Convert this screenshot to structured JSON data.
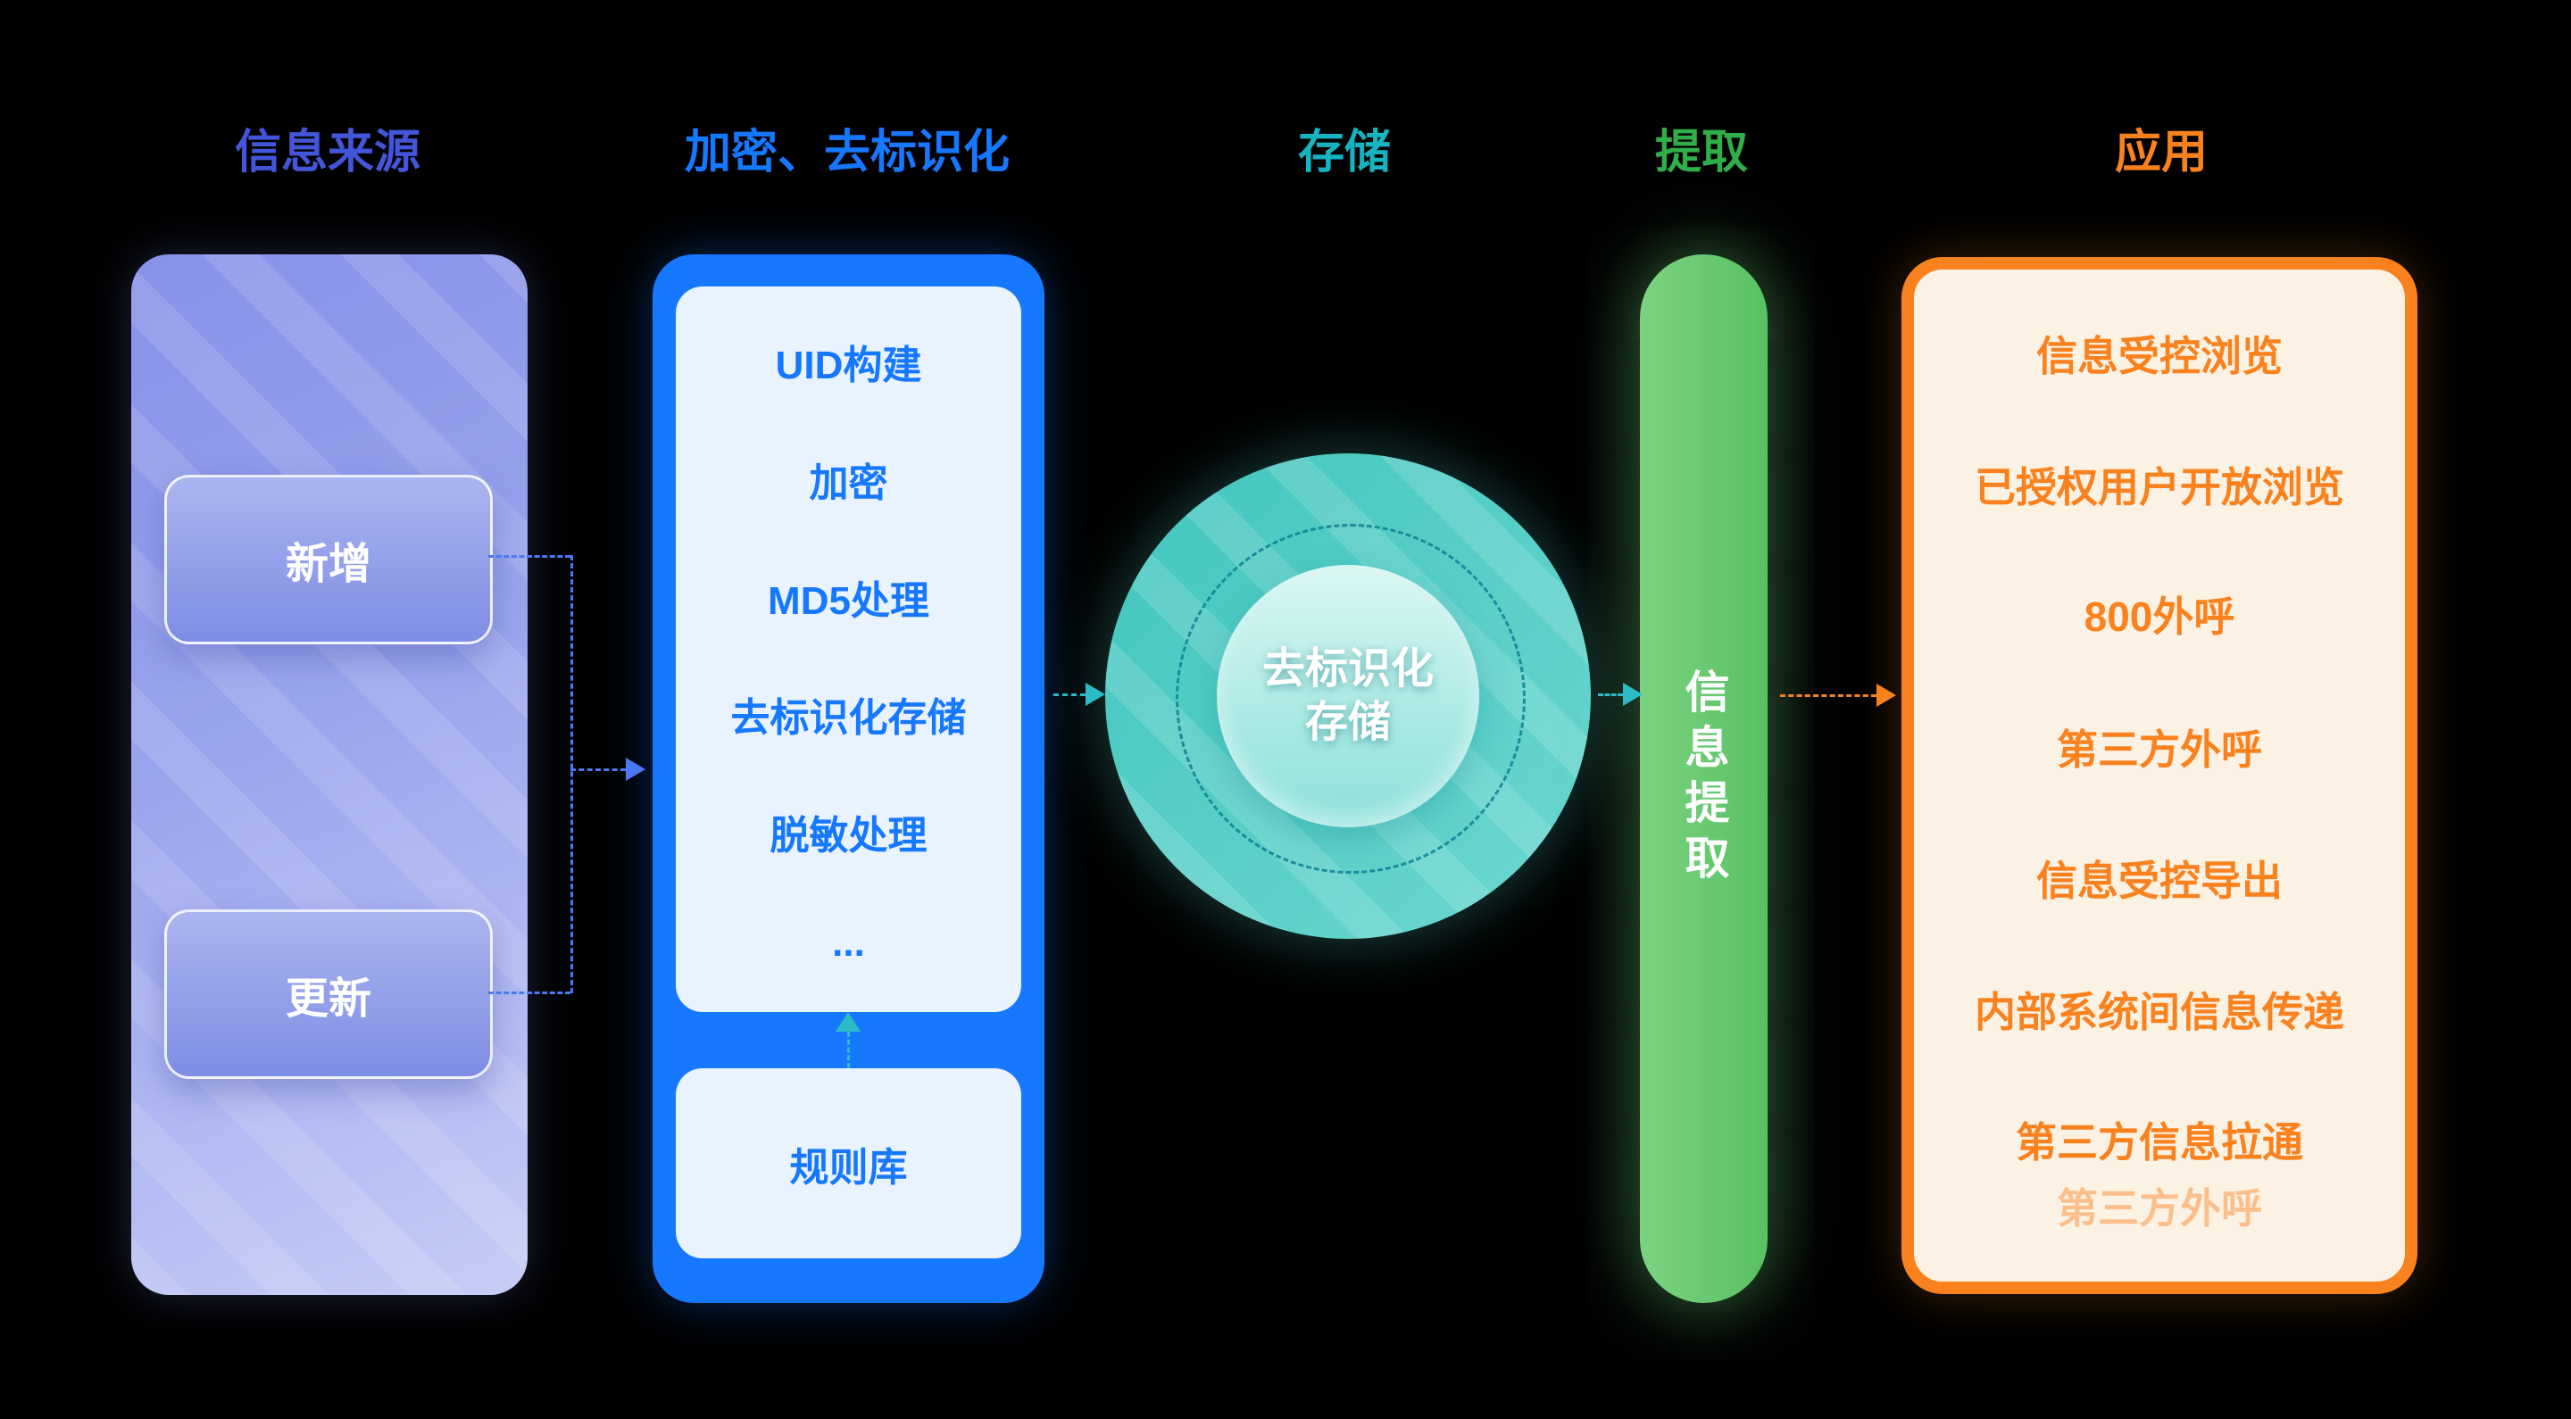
{
  "colors": {
    "background": "#000000",
    "source_indigo": "#4355d8",
    "encryption_blue": "#1677ff",
    "storage_teal": "#17b3c1",
    "extraction_green": "#2fae49",
    "application_orange": "#f9821f"
  },
  "headers": {
    "source": "信息来源",
    "encryption": "加密、去标识化",
    "storage": "存储",
    "extraction": "提取",
    "application": "应用"
  },
  "source": {
    "new_label": "新增",
    "update_label": "更新"
  },
  "encryption": {
    "steps": [
      "UID构建",
      "加密",
      "MD5处理",
      "去标识化存储",
      "脱敏处理",
      "..."
    ],
    "rule_base_label": "规则库"
  },
  "storage": {
    "circle_line1": "去标识化",
    "circle_line2": "存储"
  },
  "extraction": {
    "bar_label": "信息提取"
  },
  "application": {
    "items": [
      "信息受控浏览",
      "已授权用户开放浏览",
      "800外呼",
      "第三方外呼",
      "信息受控导出",
      "内部系统间信息传递",
      "第三方信息拉通",
      "第三方外呼"
    ]
  }
}
